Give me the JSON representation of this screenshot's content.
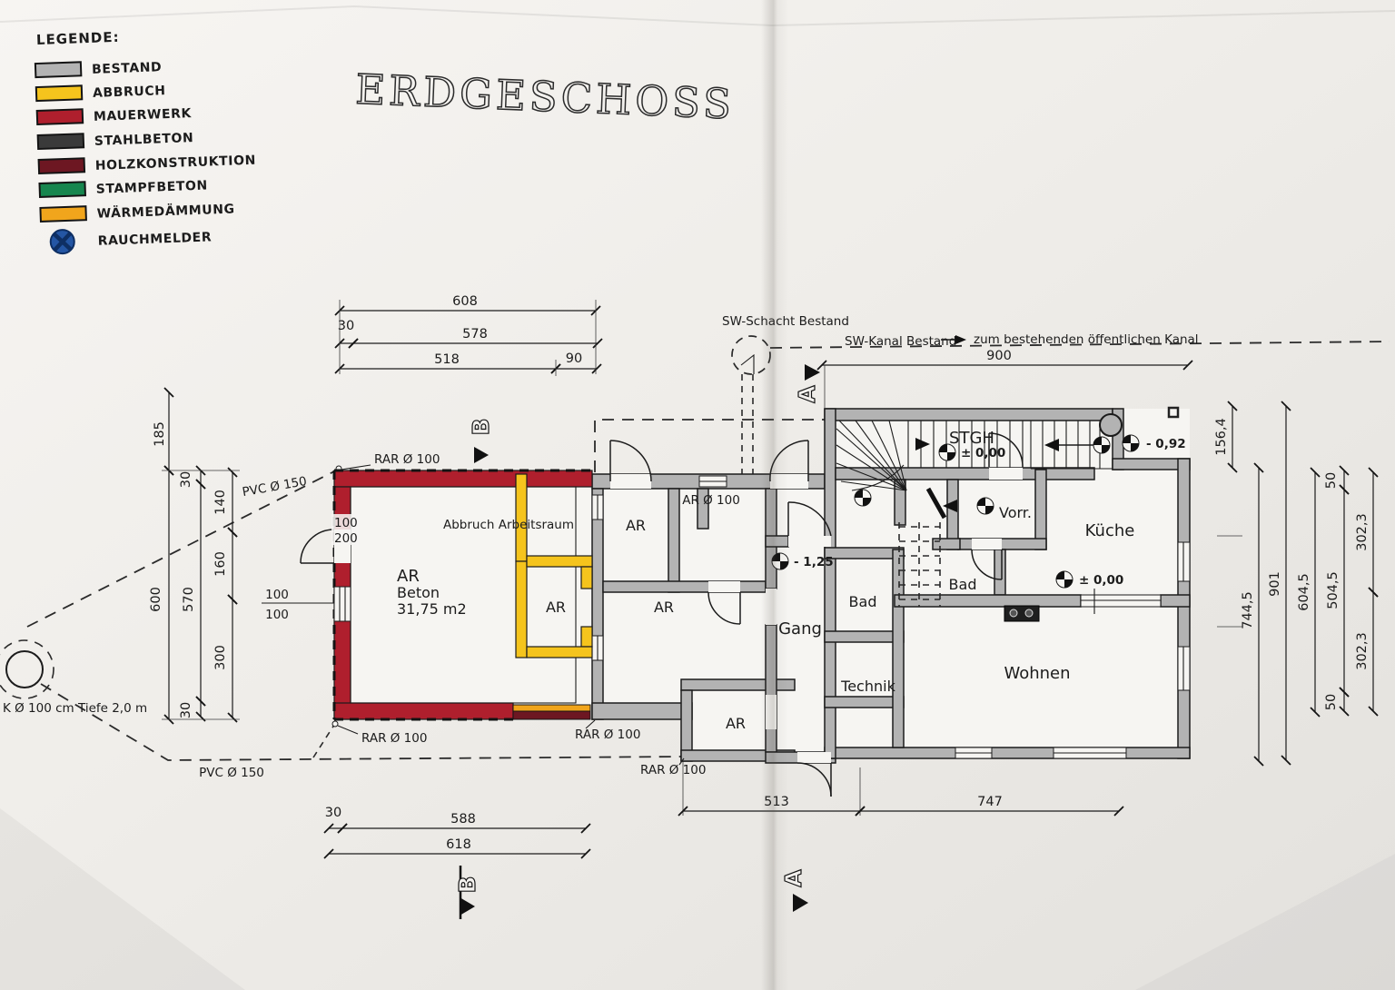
{
  "legend": {
    "title": "LEGENDE:",
    "items": [
      {
        "label": "BESTAND",
        "color": "#b3b3b3"
      },
      {
        "label": "ABBRUCH",
        "color": "#f5c41d"
      },
      {
        "label": "MAUERWERK",
        "color": "#af1f2d"
      },
      {
        "label": "STAHLBETON",
        "color": "#3a3a3a"
      },
      {
        "label": "HOLZKONSTRUKTION",
        "color": "#6d1722"
      },
      {
        "label": "STAMPFBETON",
        "color": "#17864e"
      },
      {
        "label": "WÄRMEDÄMMUNG",
        "color": "#f1a51c"
      },
      {
        "label": "RAUCHMELDER",
        "color": "#2456a4"
      }
    ]
  },
  "title": "ERDGESCHOSS",
  "rooms": {
    "ar_beton": {
      "name": "AR",
      "material": "Beton",
      "area": "31,75 m2"
    },
    "ar_small": "AR",
    "ar_top": "AR",
    "ar_mid": "AR",
    "ar_bottom": "AR",
    "gang": "Gang",
    "bad_left": "Bad",
    "technik": "Technik",
    "stgh": "STGH",
    "vorr": "Vorr.",
    "kueche": "Küche",
    "bad_right": "Bad",
    "wohnen": "Wohnen"
  },
  "elevations": {
    "stgh": "± 0,00",
    "stair": "- 0,92",
    "gang": "- 1,25",
    "kueche": "± 0,00"
  },
  "annotations": {
    "abbruch": "Abbruch Arbeitsraum",
    "sw_schacht": "SW-Schacht Bestand",
    "sw_kanal": "SW-Kanal Bestand",
    "kanal_ziel": "zum bestehenden öffentlichen Kanal",
    "rar": "RAR Ø 100",
    "ar_pipe": "AR Ø 100",
    "pvc": "PVC Ø 150",
    "sickerschacht": "K Ø 100 cm Tiefe 2,0 m",
    "door_w": "100",
    "door_h": "200",
    "win_w": "100",
    "win_h": "100"
  },
  "dimensions": {
    "top": [
      "608",
      "30",
      "578",
      "518",
      "90"
    ],
    "left": [
      "185",
      "600",
      "30",
      "570",
      "30",
      "140",
      "160",
      "300"
    ],
    "bottom": [
      "30",
      "588",
      "618",
      "513",
      "747"
    ],
    "right": [
      "156,4",
      "744,5",
      "901",
      "604,5",
      "50",
      "504,5",
      "50",
      "302,3",
      "302,3"
    ],
    "sewer": "900"
  },
  "section_markers": {
    "a": "A",
    "b": "B"
  }
}
